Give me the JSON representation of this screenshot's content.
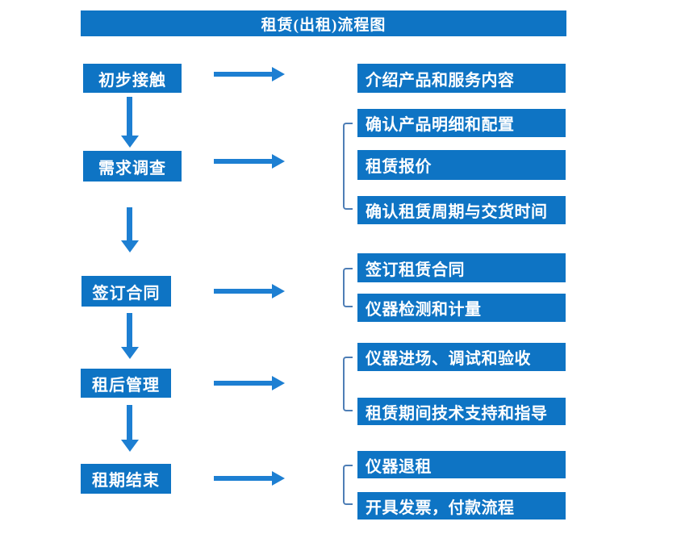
{
  "title": "租赁(出租)流程图",
  "colors": {
    "box_blue": "#0E74C4",
    "arrow_blue": "#1D7FD2",
    "bracket_blue": "#4E7EB6",
    "text_white": "#FFFFFF",
    "background": "#FFFFFF"
  },
  "steps": [
    {
      "label": "初步接触",
      "details": [
        "介绍产品和服务内容"
      ]
    },
    {
      "label": "需求调查",
      "details": [
        "确认产品明细和配置",
        "租赁报价",
        "确认租赁周期与交货时间"
      ]
    },
    {
      "label": "签订合同",
      "details": [
        "签订租赁合同",
        "仪器检测和计量"
      ]
    },
    {
      "label": "租后管理",
      "details": [
        "仪器进场、调试和验收",
        "租赁期间技术支持和指导"
      ]
    },
    {
      "label": "租期结束",
      "details": [
        "仪器退租",
        "开具发票，付款流程"
      ]
    }
  ]
}
